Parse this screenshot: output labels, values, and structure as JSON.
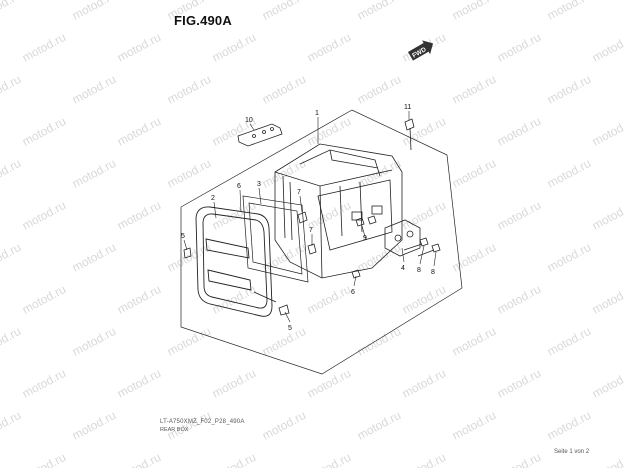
{
  "figure": {
    "title": "FIG.490A",
    "code": "LT-A750XMZ_F02_P28_490A",
    "name": "REAR BOX",
    "page": "Seite 1 von 2"
  },
  "fwd_label": "FWD",
  "watermark": "motod.ru",
  "callouts": [
    {
      "id": "1",
      "text": "1"
    },
    {
      "id": "2",
      "text": "2"
    },
    {
      "id": "3",
      "text": "3"
    },
    {
      "id": "4",
      "text": "4"
    },
    {
      "id": "5a",
      "text": "5"
    },
    {
      "id": "5b",
      "text": "5"
    },
    {
      "id": "6a",
      "text": "6"
    },
    {
      "id": "6b",
      "text": "6"
    },
    {
      "id": "7a",
      "text": "7"
    },
    {
      "id": "7b",
      "text": "7"
    },
    {
      "id": "8a",
      "text": "8"
    },
    {
      "id": "8b",
      "text": "8"
    },
    {
      "id": "9",
      "text": "9"
    },
    {
      "id": "10",
      "text": "10"
    },
    {
      "id": "11",
      "text": "11"
    }
  ],
  "colors": {
    "line": "#222222",
    "watermark": "#d9d9d9"
  }
}
